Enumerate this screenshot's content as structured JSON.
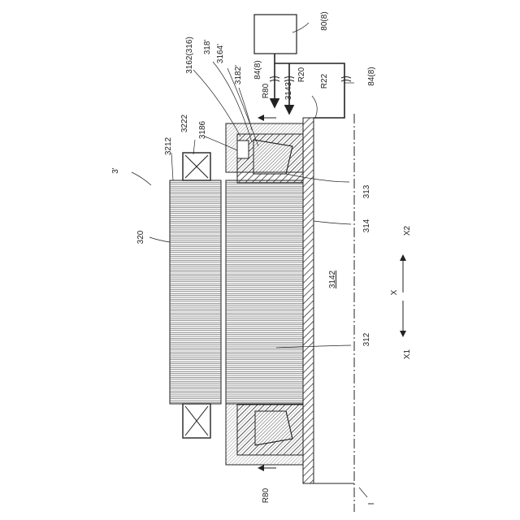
{
  "figure": {
    "labels": {
      "device": "3'",
      "rotor": "320",
      "coil_end": "3212",
      "coil_outer": "3222",
      "sleeve": "3186",
      "end_plate": "3162(316)",
      "part318": "318'",
      "part3164": "3164'",
      "part3182": "3182'",
      "pump_line": "84(8)",
      "pump_line_right": "84(8)",
      "pump": "80(8)",
      "flow_top": "R80",
      "flow_bottom": "R80",
      "flow_r20": "R20",
      "flow_r22": "R22",
      "hole": "3143",
      "magnet": "313",
      "shaft": "314",
      "bore": "3142",
      "core": "312",
      "x_axis": "X",
      "x1": "X1",
      "x2": "X2",
      "center_axis": "I"
    }
  }
}
